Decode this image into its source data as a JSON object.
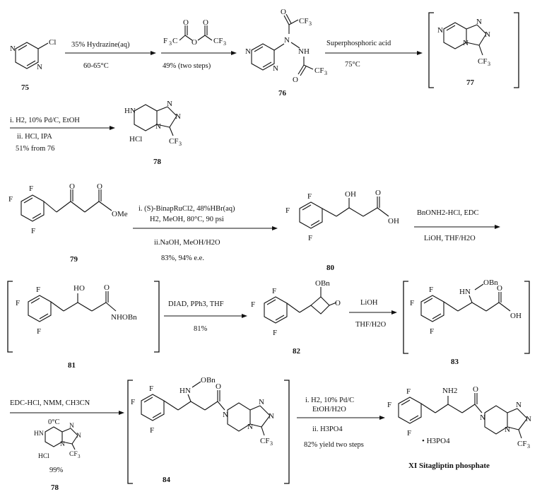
{
  "row1": {
    "step1": {
      "top": "35% Hydrazine(aq)",
      "bottom": "60-65°C"
    },
    "step2": {
      "top": "(CF3CO)2O",
      "bottom": "49% (two steps)"
    },
    "step3": {
      "top": "Superphosphoric acid",
      "bottom": "75°C"
    },
    "cmpd75": "75",
    "cmpd76": "76",
    "cmpd77": "77",
    "label_cl": "Cl",
    "label_n": "N",
    "label_cf3": "CF3",
    "label_nh": "NH",
    "label_o": "O"
  },
  "row2": {
    "step_a": "i. H2, 10% Pd/C, EtOH",
    "step_b": "ii. HCl, IPA",
    "step_c": "51% from 76",
    "cmpd78": "78",
    "hcl": "HCl",
    "hn": "HN"
  },
  "row3": {
    "step1_a": "i. (S)-BinapRuCl2, 48%HBr(aq)",
    "step1_b": "H2, MeOH, 80°C, 90 psi",
    "step1_c": "ii.NaOH, MeOH/H2O",
    "step1_d": "83%, 94% e.e.",
    "step2_a": "BnONH2-HCl, EDC",
    "step2_b": "LiOH, THF/H2O",
    "cmpd79": "79",
    "cmpd80": "80",
    "ome": "OMe",
    "oh": "OH",
    "f": "F"
  },
  "row4": {
    "step1_a": "DIAD, PPh3, THF",
    "step1_b": "81%",
    "step2_a": "LiOH",
    "step2_b": "THF/H2O",
    "cmpd81": "81",
    "cmpd82": "82",
    "cmpd83": "83",
    "nhobn": "NHOBn",
    "obn": "OBn",
    "ho": "HO",
    "hn": "HN"
  },
  "row5": {
    "step1_a": "EDC-HCl, NMM, CH3CN",
    "step1_b": "0°C",
    "step1_c": "99%",
    "step1_cmpd": "78",
    "step2_a": "i. H2, 10% Pd/C",
    "step2_b": "EtOH/H2O",
    "step2_c": "ii. H3PO4",
    "step2_d": "82% yield two steps",
    "cmpd84": "84",
    "product_name": "XI Sitagliptin phosphate",
    "h3po4": "• H3PO4",
    "nh2": "NH2"
  }
}
